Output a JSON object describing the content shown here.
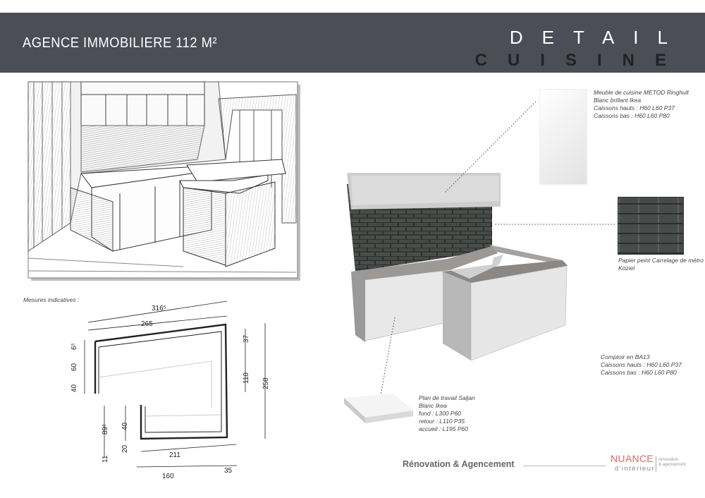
{
  "header": {
    "title": "AGENCE IMMOBILIERE 112 M²",
    "detail_word": "DETAIL",
    "cuisine_word": "CUISINE"
  },
  "notes": {
    "measures": "Mesures indicatives :",
    "metod": [
      "Meuble de cuisine METOD Ringhult",
      "Blanc brillant Ikea",
      "Caissons hauts : H60 L60 P37",
      "Caissons bas : H60 L60 P80"
    ],
    "wallpaper": [
      "Papier peint Carrelage de métro",
      "Koziel"
    ],
    "comptoir": [
      "Comptoir en BA13",
      "Caissons hauts : H60 L60 P37",
      "Caissons bas : H60 L60 P80"
    ],
    "plan": [
      "Plan de travail Saljan",
      "Blanc Ikea",
      "fond : L300 P60",
      "retour : L110 P35",
      "accueil : L195 P60"
    ]
  },
  "dimensions": {
    "d316": "316⁵",
    "d265": "265",
    "d6": "6⁵",
    "d60": "60",
    "d40a": "40",
    "d37": "37",
    "d110": "110",
    "d258": "258",
    "d89": "89⁵",
    "d40b": "40",
    "d20": "20",
    "d11": "11",
    "d211": "211",
    "d160": "160",
    "d35": "35"
  },
  "footer": {
    "tagline": "Rénovation & Agencement",
    "brand_name": "NUANCE",
    "brand_sub": "d'intérieur",
    "brand_side_1": "rénovation",
    "brand_side_2": "& agencement"
  },
  "colors": {
    "header_bg": "#4b4d57",
    "brand": "#d96a5e",
    "tile": "#3a3e3c"
  }
}
